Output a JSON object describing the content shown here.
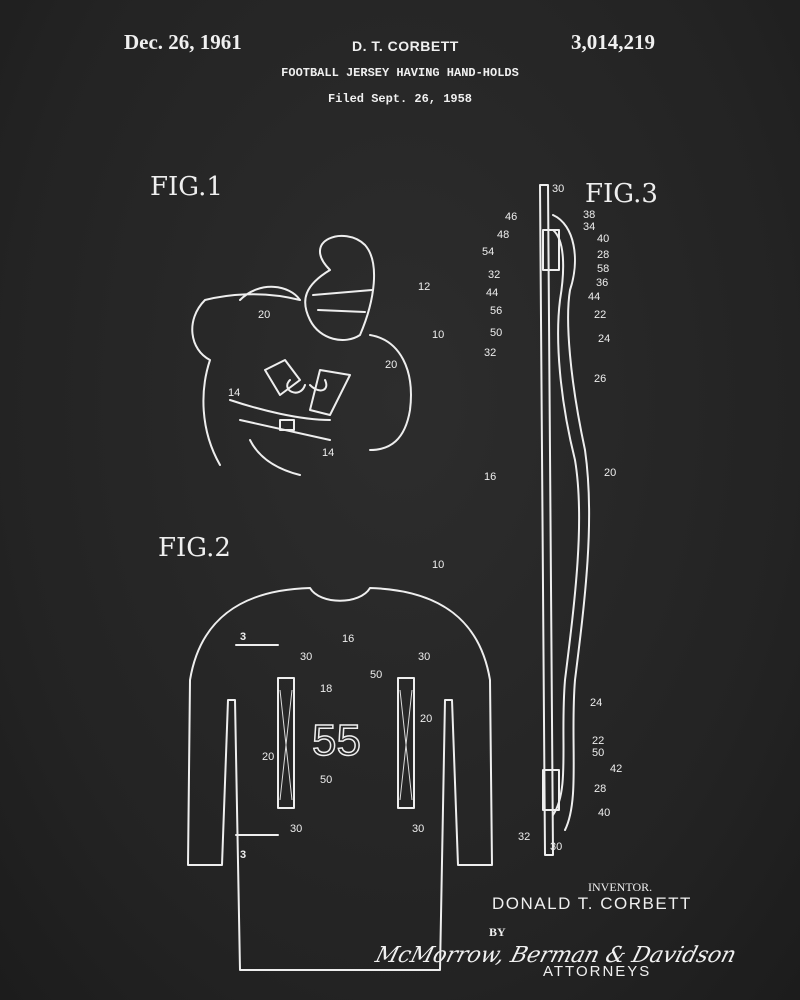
{
  "header": {
    "date": "Dec. 26, 1961",
    "inventor_short": "D. T. CORBETT",
    "patent_number": "3,014,219",
    "title": "FOOTBALL JERSEY HAVING HAND-HOLDS",
    "filed": "Filed Sept. 26, 1958"
  },
  "figures": {
    "fig1": {
      "label": "FIG.1",
      "refs": [
        "12",
        "20",
        "10",
        "20",
        "14",
        "14"
      ]
    },
    "fig2": {
      "label": "FIG.2",
      "jersey_number": "55",
      "refs": [
        "10",
        "3",
        "16",
        "30",
        "30",
        "50",
        "18",
        "20",
        "20",
        "50",
        "30",
        "30",
        "3"
      ]
    },
    "fig3": {
      "label": "FIG.3",
      "refs": [
        "30",
        "46",
        "38",
        "48",
        "34",
        "40",
        "54",
        "28",
        "32",
        "58",
        "44",
        "36",
        "56",
        "44",
        "50",
        "22",
        "32",
        "24",
        "26",
        "16",
        "20",
        "24",
        "22",
        "50",
        "42",
        "28",
        "40",
        "32",
        "30"
      ]
    }
  },
  "footer": {
    "inventor_label": "INVENTOR.",
    "inventor_name": "DONALD T. CORBETT",
    "by": "BY",
    "signature": "McMorrow, Berman & Davidson",
    "attorneys": "ATTORNEYS"
  },
  "colors": {
    "background": "#262626",
    "ink": "#eeeeee"
  }
}
